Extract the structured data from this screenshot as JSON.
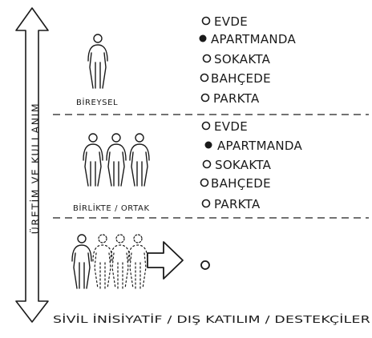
{
  "axis": {
    "label": "ÜRETİM VE KULLANIM"
  },
  "sections": [
    {
      "caption": "BİREYSEL",
      "options": [
        {
          "label": "EVDE",
          "selected": false
        },
        {
          "label": "APARTMANDA",
          "selected": true
        },
        {
          "label": "SOKAKTA",
          "selected": false
        },
        {
          "label": "BAHÇEDE",
          "selected": false
        },
        {
          "label": "PARKTA",
          "selected": false
        }
      ]
    },
    {
      "caption": "BİRLİKTE / ORTAK",
      "options": [
        {
          "label": "EVDE",
          "selected": false
        },
        {
          "label": "APARTMANDA",
          "selected": true
        },
        {
          "label": "SOKAKTA",
          "selected": false
        },
        {
          "label": "BAHÇEDE",
          "selected": false
        },
        {
          "label": "PARKTA",
          "selected": false
        }
      ]
    },
    {
      "caption": "SİVİL İNİSİYATİF / DIŞ KATILIM / DESTEKÇİLER",
      "options": [
        {
          "label": "",
          "selected": false
        }
      ]
    }
  ],
  "colors": {
    "ink": "#1a1a1a",
    "paper": "#ffffff",
    "divider": "#444444"
  }
}
